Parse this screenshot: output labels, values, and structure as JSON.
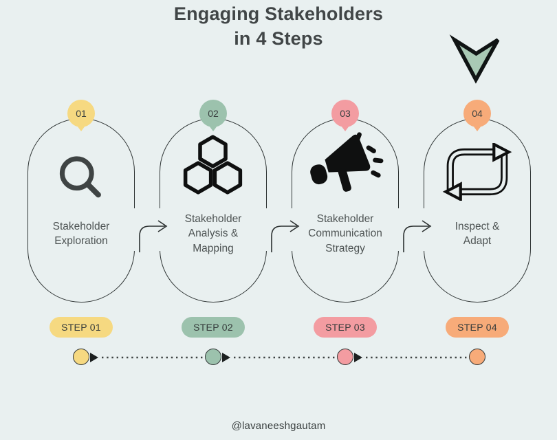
{
  "background_color": "#e9f0f0",
  "title": "Engaging Stakeholders\nin 4 Steps",
  "chevron": {
    "name": "chevron-down",
    "color": "#a9c9b5"
  },
  "line_color": "#2e3434",
  "steps": [
    {
      "number": "01",
      "label": "Stakeholder\nExploration",
      "step_badge": "STEP 01",
      "color": "#f6d981",
      "icon": "search"
    },
    {
      "number": "02",
      "label": "Stakeholder\nAnalysis &\nMapping",
      "step_badge": "STEP 02",
      "color": "#9cc2ad",
      "icon": "hexagons"
    },
    {
      "number": "03",
      "label": "Stakeholder\nCommunication\nStrategy",
      "step_badge": "STEP 03",
      "color": "#f39ca1",
      "icon": "megaphone"
    },
    {
      "number": "04",
      "label": "Inspect &\nAdapt",
      "step_badge": "STEP 04",
      "color": "#f7ab79",
      "icon": "repeat-loop"
    }
  ],
  "footer": {
    "handle": "@lavaneeshgautam"
  }
}
